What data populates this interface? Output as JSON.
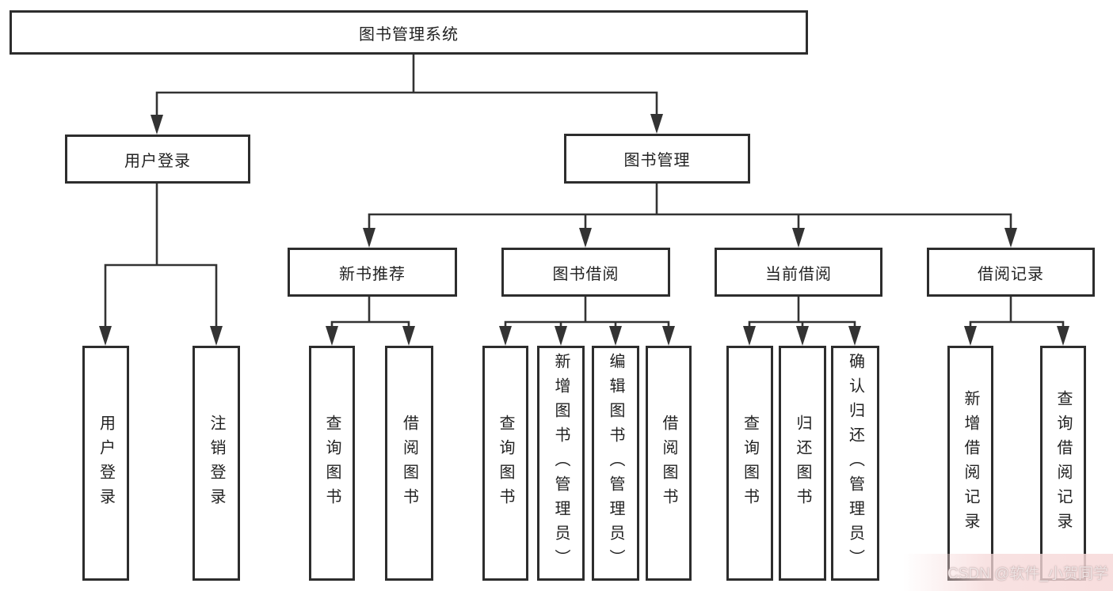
{
  "colors": {
    "background": "#ffffff",
    "line": "#333333",
    "box_border": "#2d2d2d",
    "text": "#222222",
    "watermark_bg": "#f6d8d8",
    "watermark_text": "#efe4e4"
  },
  "tree": {
    "root": {
      "label": "图书管理系统"
    },
    "branches": {
      "user_login": {
        "label": "用户登录",
        "children": {
          "login": {
            "label": "用户登录"
          },
          "logout": {
            "label": "注销登录"
          }
        }
      },
      "book_mgmt": {
        "label": "图书管理",
        "children": {
          "new_books": {
            "label": "新书推荐",
            "children": {
              "query": {
                "label": "查询图书"
              },
              "borrow": {
                "label": "借阅图书"
              }
            }
          },
          "book_borrow": {
            "label": "图书借阅",
            "children": {
              "query": {
                "label": "查询图书"
              },
              "add": {
                "label": "新增图书（管理员）"
              },
              "edit": {
                "label": "编辑图书（管理员）"
              },
              "borrow": {
                "label": "借阅图书"
              }
            }
          },
          "current_borrow": {
            "label": "当前借阅",
            "children": {
              "query": {
                "label": "查询图书"
              },
              "return": {
                "label": "归还图书"
              },
              "confirm": {
                "label": "确认归还（管理员）"
              }
            }
          },
          "borrow_records": {
            "label": "借阅记录",
            "children": {
              "add": {
                "label": "新增借阅记录"
              },
              "query": {
                "label": "查询借阅记录"
              }
            }
          }
        }
      }
    }
  },
  "watermark": {
    "text": "CSDN @软件_小贺同学"
  }
}
